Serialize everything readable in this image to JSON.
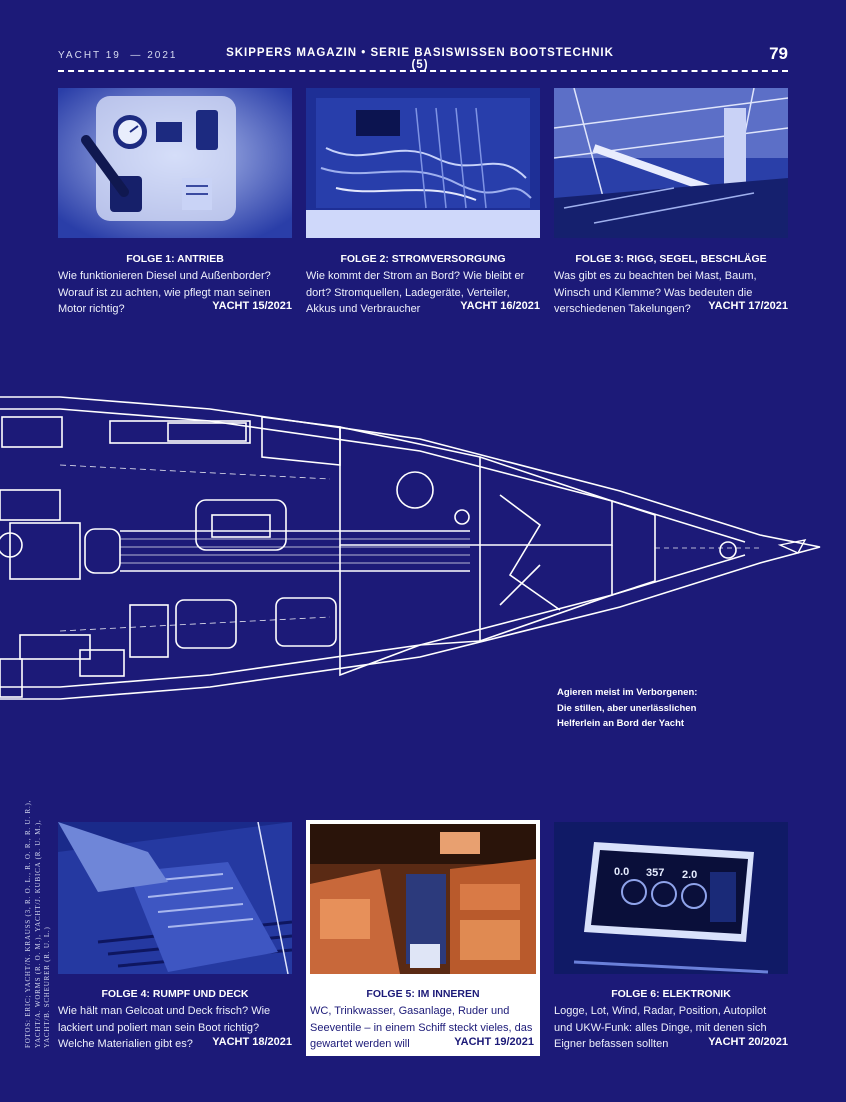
{
  "header": {
    "issue": "YACHT 19",
    "year": "2021",
    "series_title": "SKIPPERS MAGAZIN • SERIE BASISWISSEN BOOTSTECHNIK (5)",
    "page_number": "79"
  },
  "cards": [
    {
      "title": "FOLGE 1: ANTRIEB",
      "lines": [
        "Wie funktionieren Diesel und Außenborder?",
        "Worauf ist zu achten, wie pflegt man seinen",
        "Motor richtig?"
      ],
      "ref": "YACHT 15/2021"
    },
    {
      "title": "FOLGE 2: STROMVERSORGUNG",
      "lines": [
        "Wie kommt der Strom an Bord? Wie bleibt er",
        "dort? Stromquellen, Ladegeräte, Verteiler,",
        "Akkus und Verbraucher"
      ],
      "ref": "YACHT 16/2021"
    },
    {
      "title": "FOLGE 3: RIGG, SEGEL, BESCHLÄGE",
      "lines": [
        "Was gibt es zu beachten bei Mast, Baum,",
        "Winsch und Klemme? Was bedeuten die",
        "verschiedenen Takelungen?"
      ],
      "ref": "YACHT 17/2021"
    },
    {
      "title": "FOLGE 4: RUMPF UND DECK",
      "lines": [
        "Wie hält man Gelcoat und Deck frisch? Wie",
        "lackiert und poliert man sein Boot richtig?",
        "Welche Materialien gibt es?"
      ],
      "ref": "YACHT 18/2021"
    },
    {
      "title": "FOLGE 5: IM INNEREN",
      "lines": [
        "WC, Trinkwasser, Gasanlage, Ruder und",
        "Seeventile – in einem Schiff steckt vieles, das",
        "gewartet werden will"
      ],
      "ref": "YACHT 19/2021"
    },
    {
      "title": "FOLGE 6: ELEKTRONIK",
      "lines": [
        "Logge, Lot, Wind, Radar, Position, Autopilot",
        "und UKW-Funk: alles Dinge, mit denen sich",
        "Eigner befassen sollten"
      ],
      "ref": "YACHT 20/2021"
    }
  ],
  "plan_caption": [
    "Agieren meist im Verborgenen:",
    "Die stillen, aber unerlässlichen",
    "Helferlein an Bord der Yacht"
  ],
  "photo_credits": [
    "FOTOS: ERIC; YACHT/N. KRAUSS (3, R. O. L., R. O. R., R. U. R.),",
    "YACHT/A. WORMS (R. O. M.), YACHT/J. KUBICA (R. U. M.),",
    "YACHT/B. SCHEURER (R. U. L.)"
  ],
  "display_readings": {
    "depth": "0.0",
    "heading": "357",
    "speed": "2.0"
  },
  "colors": {
    "background": "#1c1a78",
    "highlight": "#ffffff",
    "photo_tint": "#3a58c8"
  }
}
